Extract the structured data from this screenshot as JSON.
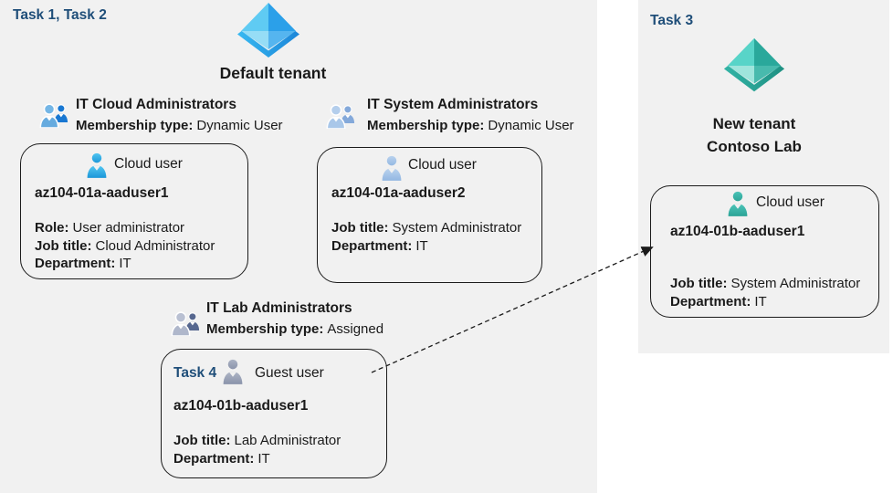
{
  "colors": {
    "region_background": "#F1F1F1",
    "task_label_blue": "#1F4E79",
    "box_border": "#1B1B1B",
    "azure_ad_blue": "#2BA0E9",
    "azure_ad_teal": "#2AA89B",
    "cloud_user_blue": "#2EB2E8",
    "cloud_user_steel": "#A9C7E9",
    "guest_user_gray": "#99A1B5"
  },
  "icons": {
    "default_tenant": "azure-ad-pyramid-icon-blue",
    "new_tenant": "azure-ad-pyramid-icon-teal",
    "group": "two-people-group-icon",
    "user": "single-person-user-icon"
  },
  "main": {
    "task_label": "Task 1, Task 2",
    "tenant_name": "Default tenant",
    "groups": [
      {
        "title": "IT Cloud Administrators",
        "membership_label": "Membership type:",
        "membership_value": "Dynamic User"
      },
      {
        "title": "IT System Administrators",
        "membership_label": "Membership type:",
        "membership_value": "Dynamic User"
      },
      {
        "title": "IT Lab Administrators",
        "membership_label": "Membership type:",
        "membership_value": "Assigned"
      }
    ],
    "user_boxes": [
      {
        "type_label": "Cloud user",
        "name": "az104-01a-aaduser1",
        "attributes": [
          {
            "label": "Role:",
            "value": "User administrator"
          },
          {
            "label": "Job title:",
            "value": "Cloud Administrator"
          },
          {
            "label": "Department:",
            "value": "IT"
          }
        ]
      },
      {
        "type_label": "Cloud user",
        "name": "az104-01a-aaduser2",
        "attributes": [
          {
            "label": "Job title:",
            "value": "System Administrator"
          },
          {
            "label": "Department:",
            "value": "IT"
          }
        ]
      },
      {
        "task_label": "Task 4",
        "type_label": "Guest user",
        "name": "az104-01b-aaduser1",
        "attributes": [
          {
            "label": "Job title:",
            "value": "Lab Administrator"
          },
          {
            "label": "Department:",
            "value": "IT"
          }
        ]
      }
    ]
  },
  "panel": {
    "task_label": "Task 3",
    "tenant_name_line1": "New tenant",
    "tenant_name_line2": "Contoso Lab",
    "user_box": {
      "type_label": "Cloud user",
      "name": "az104-01b-aaduser1",
      "attributes": [
        {
          "label": "Job title:",
          "value": "System Administrator"
        },
        {
          "label": "Department:",
          "value": "IT"
        }
      ]
    }
  }
}
